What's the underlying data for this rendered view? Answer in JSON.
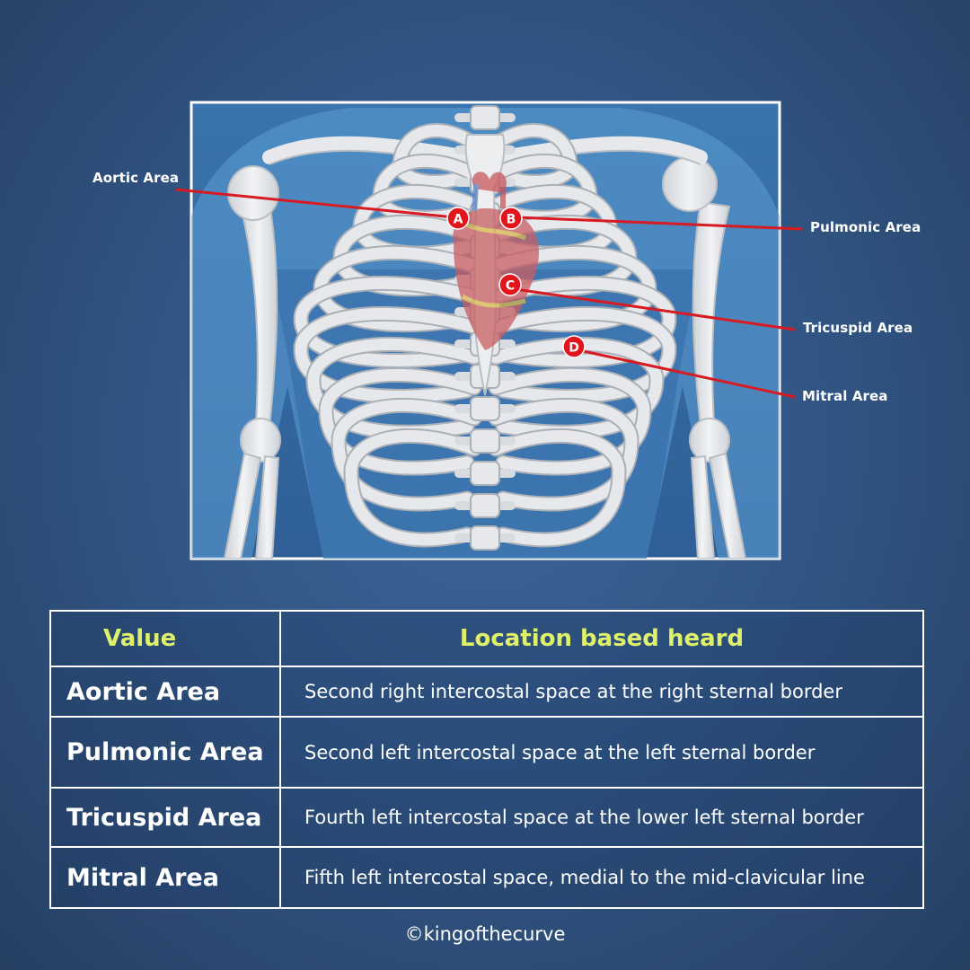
{
  "callouts": {
    "aortic": "Aortic Area",
    "pulmonic": "Pulmonic Area",
    "tricuspid": "Tricuspid Area",
    "mitral": "Mitral Area"
  },
  "markers": [
    "A",
    "B",
    "C",
    "D"
  ],
  "table": {
    "headers": [
      "Value",
      "Location based heard"
    ],
    "rows": [
      {
        "name": "Aortic Area",
        "location": "Second right intercostal space at the right sternal border"
      },
      {
        "name": "Pulmonic Area",
        "location": "Second left intercostal space at the left sternal border"
      },
      {
        "name": "Tricuspid Area",
        "location": "Fourth left intercostal space at the lower left sternal border"
      },
      {
        "name": "Mitral Area",
        "location": "Fifth left intercostal space, medial to the mid-clavicular line"
      }
    ]
  },
  "footer": "©kingofthecurve",
  "colors": {
    "marker": "#e2151c",
    "leader_line": "#d81a22",
    "header_text": "#dff06a",
    "bone": "#e6e8eb"
  }
}
